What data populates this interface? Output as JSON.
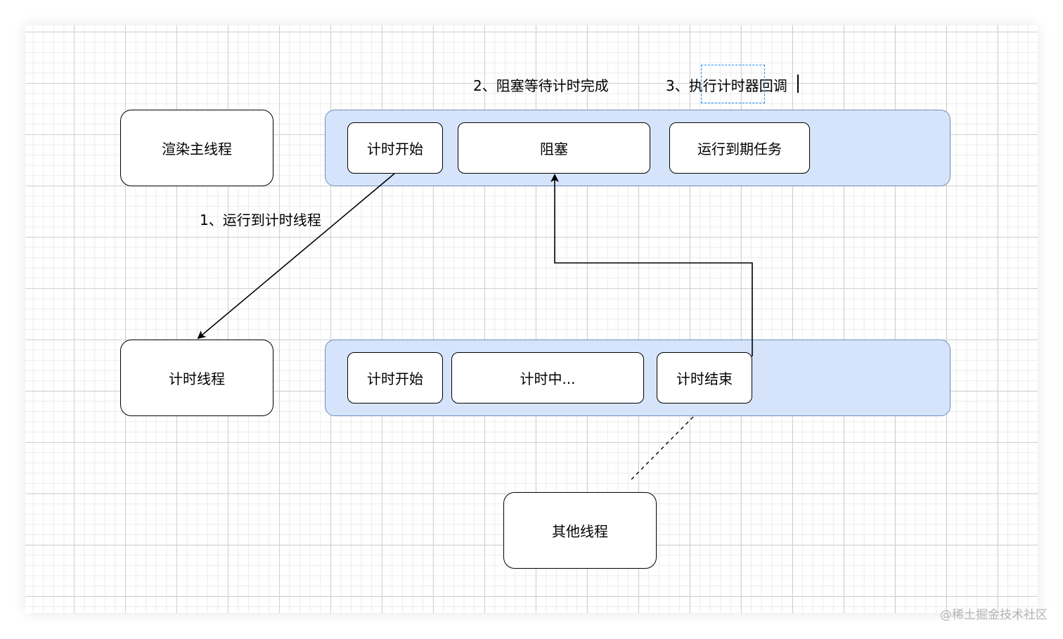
{
  "nodes": {
    "render_main_thread": "渲染主线程",
    "timer_thread": "计时线程",
    "other_threads": "其他线程"
  },
  "main_lane": {
    "timer_start": "计时开始",
    "blocked": "阻塞",
    "run_expired_tasks": "运行到期任务"
  },
  "timer_lane": {
    "timer_start": "计时开始",
    "timing": "计时中...",
    "timer_end": "计时结束"
  },
  "annotations": {
    "step1": "1、运行到计时线程",
    "step2": "2、阻塞等待计时完成",
    "step3": "3、执行计时器回调"
  },
  "watermark": "@稀土掘金技术社区",
  "colors": {
    "lane_fill": "#d6e4fb",
    "lane_border": "#6c8ebf",
    "selection": "#1a8cff"
  }
}
